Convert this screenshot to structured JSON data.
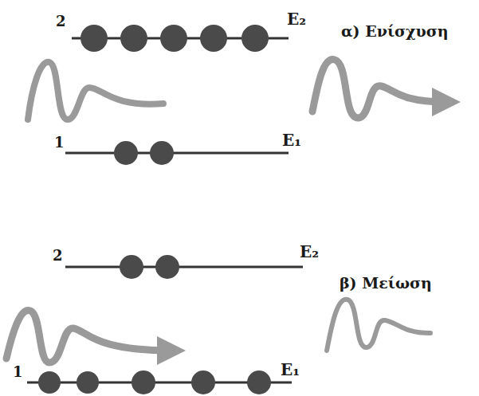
{
  "diagram": {
    "labels": [
      "2",
      "E₂",
      "α) Ενίσχυση",
      "1",
      "E₁",
      "2",
      "E₂",
      "β) Μείωση",
      "1",
      "E₁"
    ]
  }
}
